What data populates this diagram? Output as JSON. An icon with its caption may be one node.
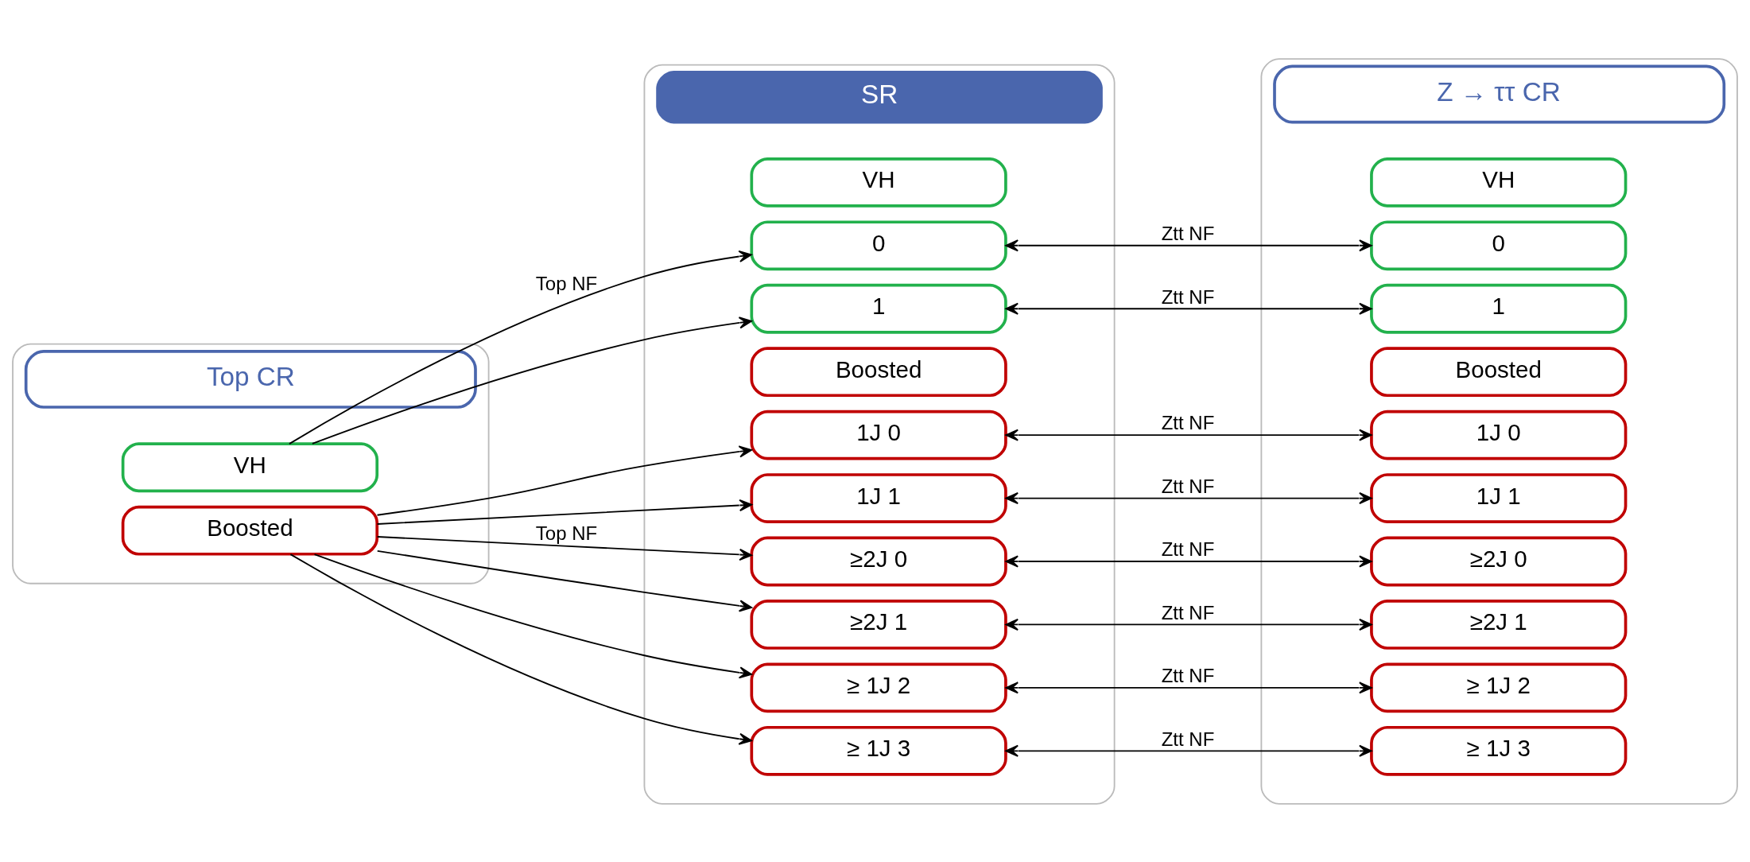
{
  "diagram": {
    "nodes": [
      {
        "text": [
          "Top CR"
        ]
      },
      {
        "text": [
          "VH"
        ],
        "in": 0
      },
      {
        "text": [
          "Boosted"
        ],
        "in": 0
      },
      {
        "text": [
          "SR"
        ]
      },
      {
        "text": [
          "VH"
        ],
        "in": 3
      },
      {
        "text": [
          "0"
        ],
        "in": 3
      },
      {
        "text": [
          "1"
        ],
        "in": 3
      },
      {
        "text": [
          "Boosted"
        ],
        "in": 3
      },
      {
        "text": [
          "1J 0"
        ],
        "in": 3
      },
      {
        "text": [
          "1J 1"
        ],
        "in": 3
      },
      {
        "text": [
          "≥2J 0"
        ],
        "in": 3
      },
      {
        "text": [
          "≥2J 1"
        ],
        "in": 3
      },
      {
        "text": [
          "≥ 1J 2"
        ],
        "in": 3
      },
      {
        "text": [
          "≥ 1J 3"
        ],
        "in": 3
      },
      {
        "text": [
          "Z → ττ CR"
        ]
      },
      {
        "text": [
          "VH"
        ],
        "in": 14
      },
      {
        "text": [
          "0"
        ],
        "in": 14
      },
      {
        "text": [
          "1"
        ],
        "in": 14
      },
      {
        "text": [
          "Boosted"
        ],
        "in": 14
      },
      {
        "text": [
          "1J 0"
        ],
        "in": 14
      },
      {
        "text": [
          "1J 1"
        ],
        "in": 14
      },
      {
        "text": [
          "≥2J 0"
        ],
        "in": 14
      },
      {
        "text": [
          "≥2J 1"
        ],
        "in": 14
      },
      {
        "text": [
          "≥ 1J 2"
        ],
        "in": 14
      },
      {
        "text": [
          "≥ 1J 3"
        ],
        "in": 14
      }
    ],
    "edges": [
      {
        "from": 1,
        "to": 5,
        "arrow": "to",
        "label": "Top NF"
      },
      {
        "from": 1,
        "to": 6,
        "arrow": "to"
      },
      {
        "from": 2,
        "to": 8,
        "arrow": "to"
      },
      {
        "from": 2,
        "to": 9,
        "arrow": "to"
      },
      {
        "from": 2,
        "to": 10,
        "arrow": "to",
        "label": "Top NF"
      },
      {
        "from": 2,
        "to": 11,
        "arrow": "to"
      },
      {
        "from": 2,
        "to": 12,
        "arrow": "to"
      },
      {
        "from": 2,
        "to": 13,
        "arrow": "to"
      },
      {
        "from": 5,
        "to": 16,
        "arrow": "both",
        "label": "Ztt NF"
      },
      {
        "from": 6,
        "to": 17,
        "arrow": "both",
        "label": "Ztt NF"
      },
      {
        "from": 8,
        "to": 19,
        "arrow": "both",
        "label": "Ztt NF"
      },
      {
        "from": 9,
        "to": 20,
        "arrow": "both",
        "label": "Ztt NF"
      },
      {
        "from": 10,
        "to": 21,
        "arrow": "both",
        "label": "Ztt NF"
      },
      {
        "from": 11,
        "to": 22,
        "arrow": "both",
        "label": "Ztt NF"
      },
      {
        "from": 12,
        "to": 23,
        "arrow": "both",
        "label": "Ztt NF"
      },
      {
        "from": 13,
        "to": 24,
        "arrow": "both",
        "label": "Ztt NF"
      }
    ]
  }
}
